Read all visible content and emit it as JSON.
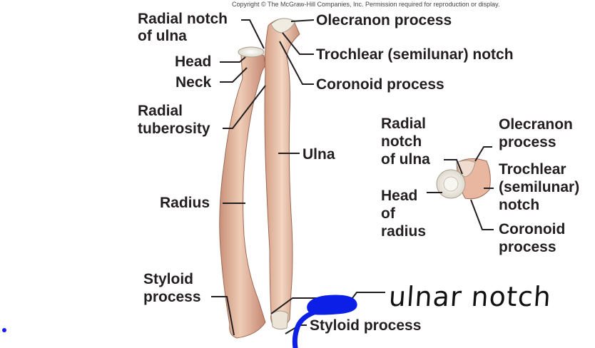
{
  "copyright": "Copyright © The McGraw-Hill Companies, Inc. Permission required for reproduction or display.",
  "labels": {
    "radial_notch_1": "Radial notch",
    "radial_notch_2": "of ulna",
    "olecranon": "Olecranon process",
    "head": "Head",
    "trochlear": "Trochlear (semilunar) notch",
    "neck": "Neck",
    "coronoid": "Coronoid process",
    "radial_tub_1": "Radial",
    "radial_tub_2": "tuberosity",
    "ulna": "Ulna",
    "radius": "Radius",
    "styloid_left_1": "Styloid",
    "styloid_left_2": "process",
    "styloid_right": "Styloid process"
  },
  "inset": {
    "radial_notch_1": "Radial",
    "radial_notch_2": "notch",
    "radial_notch_3": "of ulna",
    "olecranon_1": "Olecranon",
    "olecranon_2": "process",
    "trochlear_1": "Trochlear",
    "trochlear_2": "(semilunar)",
    "trochlear_3": "notch",
    "head_1": "Head",
    "head_2": "of",
    "head_3": "radius",
    "coronoid_1": "Coronoid",
    "coronoid_2": "process"
  },
  "handwritten": "ulnar notch",
  "colors": {
    "bone": "#e8c0a8",
    "bone_shadow": "#c98f78",
    "cartilage": "#ede9df",
    "annotation_blue": "#0b1fe6"
  }
}
